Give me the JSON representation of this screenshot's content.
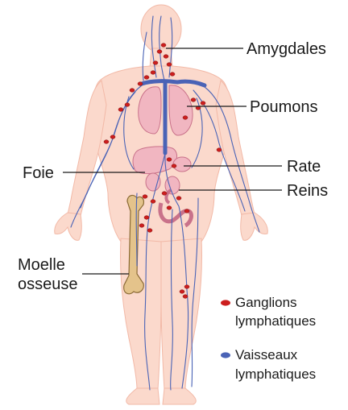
{
  "labels": {
    "amygdales": "Amygdales",
    "poumons": "Poumons",
    "foie": "Foie",
    "rate": "Rate",
    "reins": "Reins",
    "moelle_line1": "Moelle",
    "moelle_line2": "osseuse"
  },
  "legend": {
    "ganglions_line1": "Ganglions",
    "ganglions_line2": "lymphatiques",
    "vaisseaux_line1": "Vaisseaux",
    "vaisseaux_line2": "lymphatiques"
  },
  "icons": {
    "node_marker": "ganglion-dot-icon",
    "vessel_marker": "vessel-dot-icon"
  },
  "colors": {
    "skin": "#fbd9cc",
    "skin_edge": "#f2b9a7",
    "organ": "#f1b6c1",
    "organ_edge": "#c9728a",
    "vessel": "#4a63b6",
    "node": "#cc1e1e",
    "bone": "#e4c38b",
    "bone_edge": "#8a6a35"
  }
}
